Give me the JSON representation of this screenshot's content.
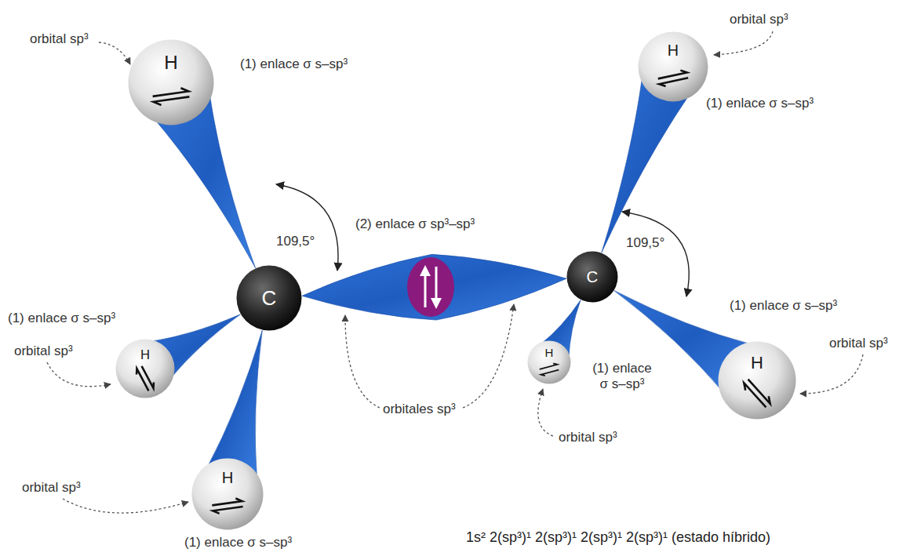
{
  "diagram": {
    "nodes": [
      {
        "text": [
          "H"
        ]
      },
      {
        "text": [
          "H"
        ]
      },
      {
        "text": [
          "C"
        ]
      },
      {
        "text": [
          "C"
        ]
      },
      {
        "text": [
          "H"
        ]
      },
      {
        "text": [
          "H"
        ]
      },
      {
        "text": [
          "H"
        ]
      },
      {
        "text": [
          "H"
        ]
      }
    ],
    "edges": [
      {
        "from": 2,
        "to": 0,
        "arrow": "none"
      },
      {
        "from": 2,
        "to": 4,
        "arrow": "none"
      },
      {
        "from": 2,
        "to": 7,
        "arrow": "none"
      },
      {
        "from": 2,
        "to": 3,
        "arrow": "none"
      },
      {
        "from": 3,
        "to": 1,
        "arrow": "none"
      },
      {
        "from": 3,
        "to": 5,
        "arrow": "none"
      },
      {
        "from": 3,
        "to": 6,
        "arrow": "none"
      }
    ],
    "labels": [
      "orbital sp³",
      "orbital sp³",
      "(1) enlace σ s–sp³",
      "(1) enlace σ s–sp³",
      "109,5°",
      "(2) enlace σ sp³–sp³",
      "109,5°",
      "(1) enlace σ s–sp³",
      "(1) enlace σ s–sp³",
      "orbital sp³",
      "orbital sp³",
      "(1) enlace σ s–sp³",
      "orbitales sp³",
      "orbital sp³",
      "orbital sp³",
      "(1) enlace σ s–sp³",
      "1s² 2(sp³)¹ 2(sp³)¹ 2(sp³)¹ 2(sp³)¹ (estado híbrido)"
    ]
  }
}
